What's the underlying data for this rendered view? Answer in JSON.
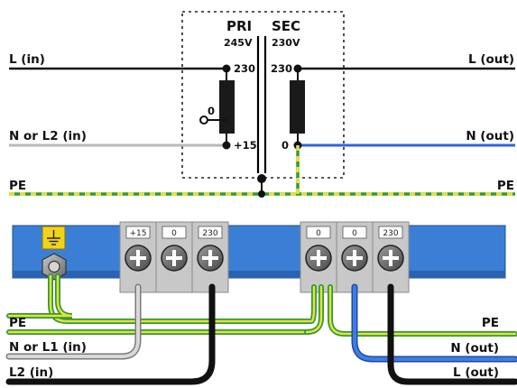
{
  "schematic": {
    "pri_label": "PRI",
    "sec_label": "SEC",
    "pri_voltage": "245V",
    "sec_voltage": "230V",
    "line_in": "L (in)",
    "line_out": "L (out)",
    "neutral_in": "N or L2 (in)",
    "neutral_out": "N (out)",
    "pe_left": "PE",
    "pe_right": "PE",
    "pri_tap_230": "230",
    "pri_tap_0": "0",
    "pri_tap_15": "+15",
    "sec_tap_230": "230",
    "sec_tap_0": "0"
  },
  "terminals": {
    "left_block": [
      "+15",
      "0",
      "230"
    ],
    "right_block": [
      "0",
      "0",
      "230"
    ]
  },
  "wiring": {
    "pe_left": "PE",
    "n_or_l1_in": "N or L1 (in)",
    "l2_in": "L2 (in)",
    "pe_right": "PE",
    "n_out": "N (out)",
    "l_out": "L (out)"
  },
  "colors": {
    "rail_blue": "#3a7fd5",
    "terminal_grey": "#c8c8c8",
    "wire_blue": "#2f63e0",
    "wire_grey": "#bcbcbc",
    "earth_green": "#2f9a3a",
    "earth_yellow": "#e8e03a",
    "earth_badge": "#f2d21a"
  },
  "icons": {
    "earth_badge": "protective-earth-symbol-icon",
    "screw": "phillips-screw-icon",
    "gland": "cable-gland-icon"
  }
}
